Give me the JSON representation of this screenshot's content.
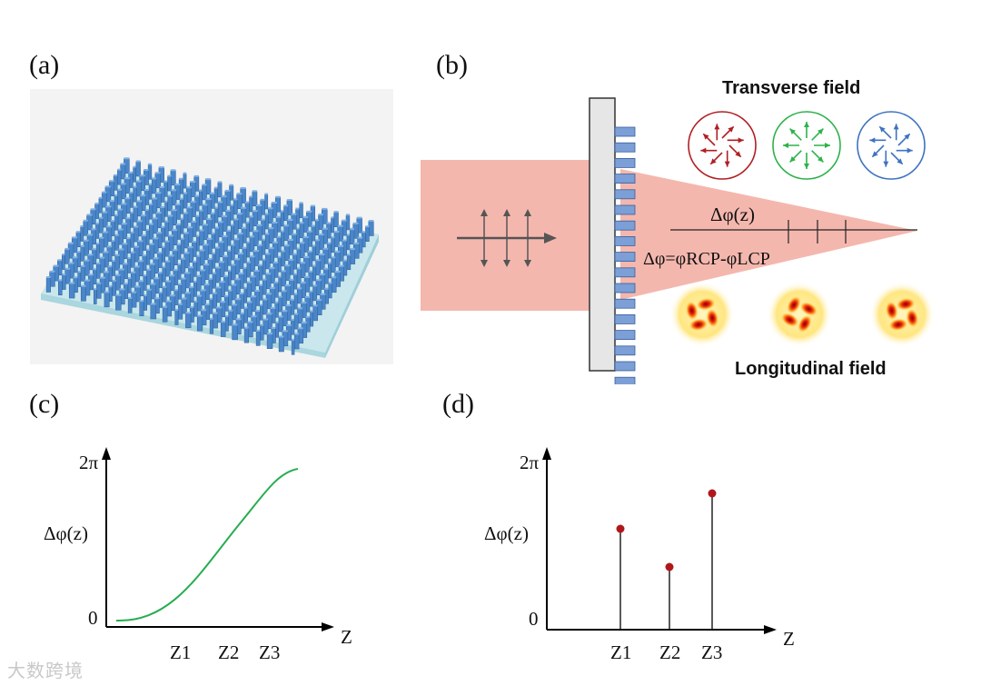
{
  "panels": {
    "a": {
      "label": "(a)"
    },
    "b": {
      "label": "(b)",
      "transverse_title": "Transverse field",
      "longitudinal_title": "Longitudinal field",
      "phase_z_label": "Δφ(z)",
      "phase_diff_label": "Δφ=φRCP-φLCP",
      "beam_color": "#f4b7ae",
      "polarization_colors": [
        "#b01e23",
        "#2db24a",
        "#3e73c1"
      ]
    },
    "c": {
      "label": "(c)",
      "y_top_tick": "2π",
      "y_zero_tick": "0",
      "y_label": "Δφ(z)",
      "x_label": "Z",
      "x_ticks": [
        "Z1",
        "Z2",
        "Z3"
      ],
      "curve_color": "#27ad4f"
    },
    "d": {
      "label": "(d)",
      "y_top_tick": "2π",
      "y_zero_tick": "0",
      "y_label": "Δφ(z)",
      "x_label": "Z",
      "x_ticks": [
        "Z1",
        "Z2",
        "Z3"
      ],
      "marker_color": "#b0171c"
    }
  },
  "watermark": "大数跨境"
}
